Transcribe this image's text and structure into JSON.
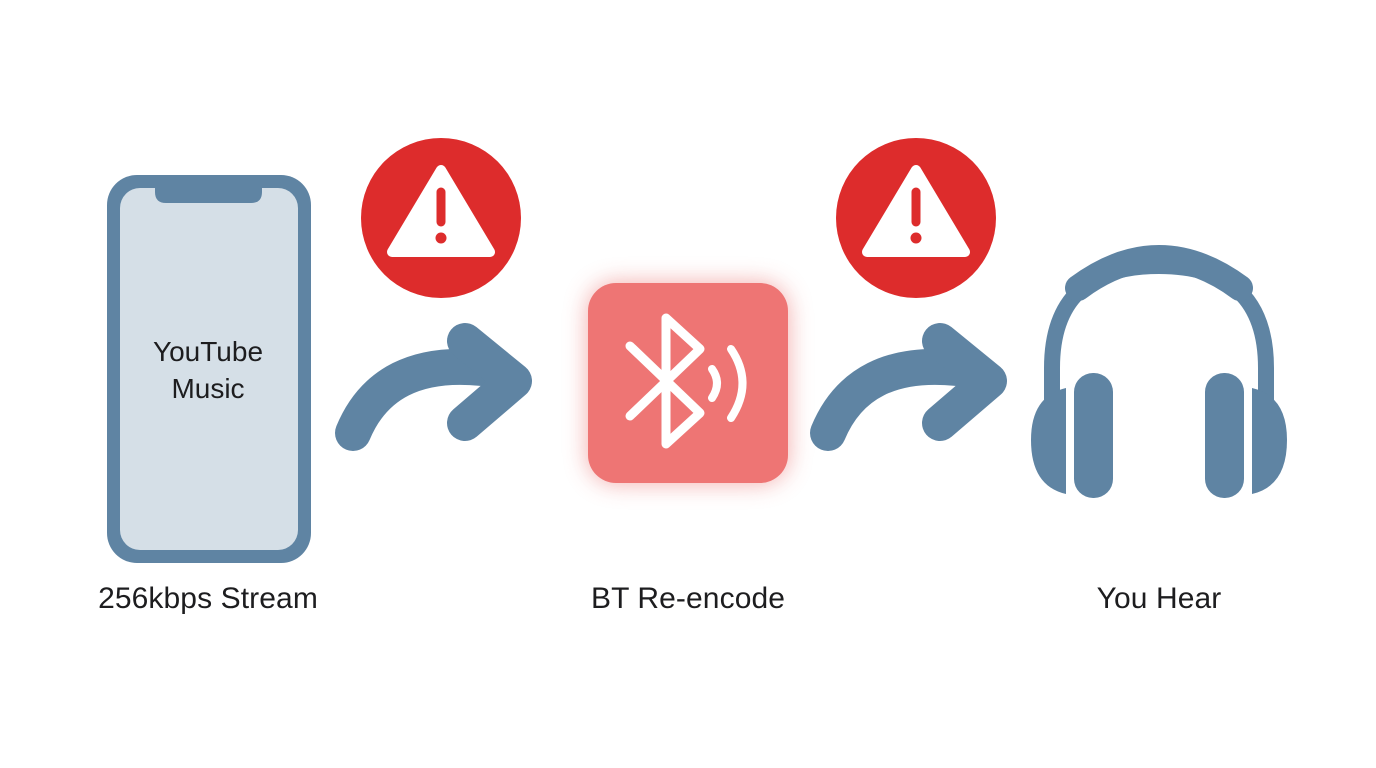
{
  "source": {
    "app_name_line1": "YouTube",
    "app_name_line2": "Music",
    "caption": "256kbps Stream",
    "icon": "smartphone-icon"
  },
  "stages": [
    {
      "caption": "BT Re-encode",
      "icon": "bluetooth-icon"
    },
    {
      "caption": "You Hear",
      "icon": "headphones-icon"
    }
  ],
  "warnings": [
    {
      "icon": "warning-icon"
    },
    {
      "icon": "warning-icon"
    }
  ],
  "colors": {
    "slate_blue": "#5f84a3",
    "phone_screen": "#d5dfe7",
    "warning_red": "#dd2c2c",
    "bluetooth_tile": "#ee7574",
    "text": "#1d1d1f"
  }
}
